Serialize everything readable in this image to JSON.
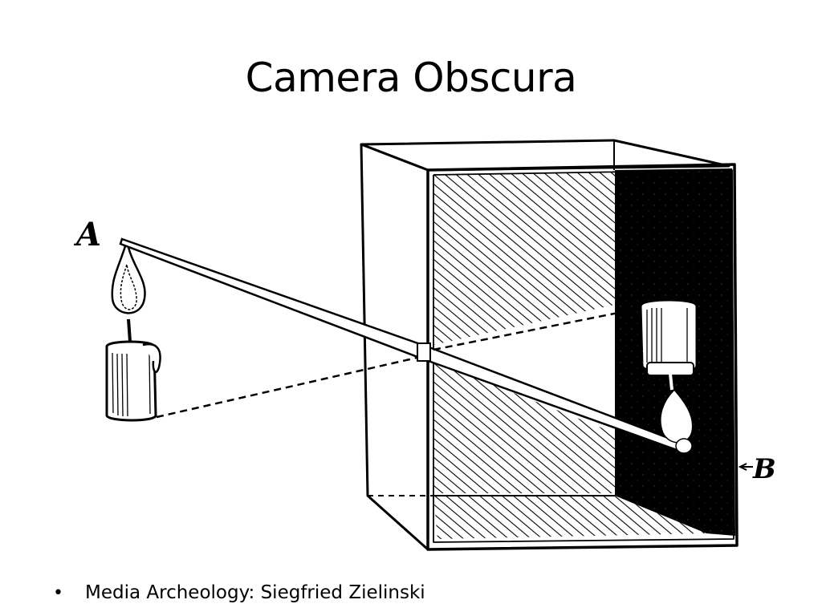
{
  "slide": {
    "title": "Camera Obscura"
  },
  "illustration": {
    "label_a": "A",
    "label_b": "B"
  },
  "bullets": [
    {
      "marker": "•",
      "text": "Media Archeology: Siegfried Zielinski"
    }
  ]
}
